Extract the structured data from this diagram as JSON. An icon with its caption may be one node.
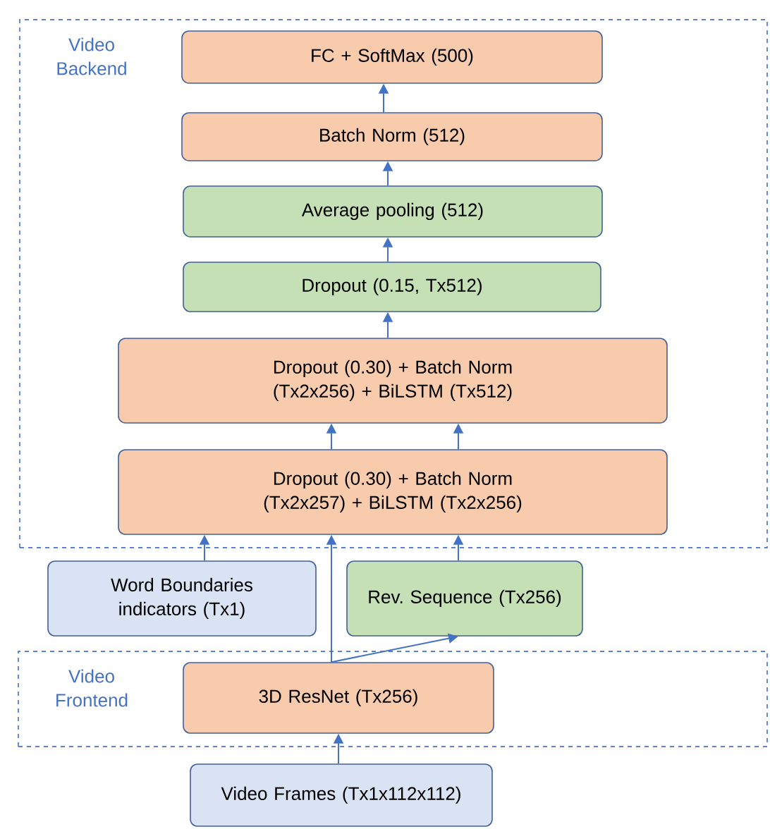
{
  "diagram": {
    "nodes": [
      {
        "text": [
          "Video Backend"
        ]
      },
      {
        "text": [
          "FC + SoftMax (500)"
        ],
        "in": 0
      },
      {
        "text": [
          "Batch Norm (512)"
        ],
        "in": 0
      },
      {
        "text": [
          "Average pooling (512)"
        ],
        "in": 0
      },
      {
        "text": [
          "Dropout (0.15, Tx512)"
        ],
        "in": 0
      },
      {
        "text": [
          "Dropout (0.30) + Batch Norm (Tx2x256) + BiLSTM (Tx512)"
        ],
        "in": 0
      },
      {
        "text": [
          "Dropout (0.30) + Batch Norm (Tx2x257) + BiLSTM (Tx2x256)"
        ],
        "in": 0
      },
      {
        "text": [
          "Word Boundaries indicators (Tx1)"
        ]
      },
      {
        "text": [
          "Rev. Sequence (Tx256)"
        ]
      },
      {
        "text": [
          "Video Frontend"
        ]
      },
      {
        "text": [
          "3D ResNet (Tx256)"
        ],
        "in": 9
      },
      {
        "text": [
          "Video Frames (Tx1x112x112)"
        ]
      }
    ],
    "edges": [
      {
        "from": 2,
        "to": 1,
        "arrow": "to"
      },
      {
        "from": 3,
        "to": 2,
        "arrow": "to"
      },
      {
        "from": 4,
        "to": 3,
        "arrow": "to"
      },
      {
        "from": 5,
        "to": 4,
        "arrow": "to"
      },
      {
        "from": 6,
        "to": 5,
        "arrow": "to"
      },
      {
        "from": 6,
        "to": 5,
        "arrow": "to"
      },
      {
        "from": 7,
        "to": 6,
        "arrow": "to"
      },
      {
        "from": 10,
        "to": 6,
        "arrow": "to"
      },
      {
        "from": 10,
        "to": 8,
        "arrow": "to"
      },
      {
        "from": 8,
        "to": 6,
        "arrow": "to"
      },
      {
        "from": 11,
        "to": 10,
        "arrow": "to"
      }
    ]
  }
}
